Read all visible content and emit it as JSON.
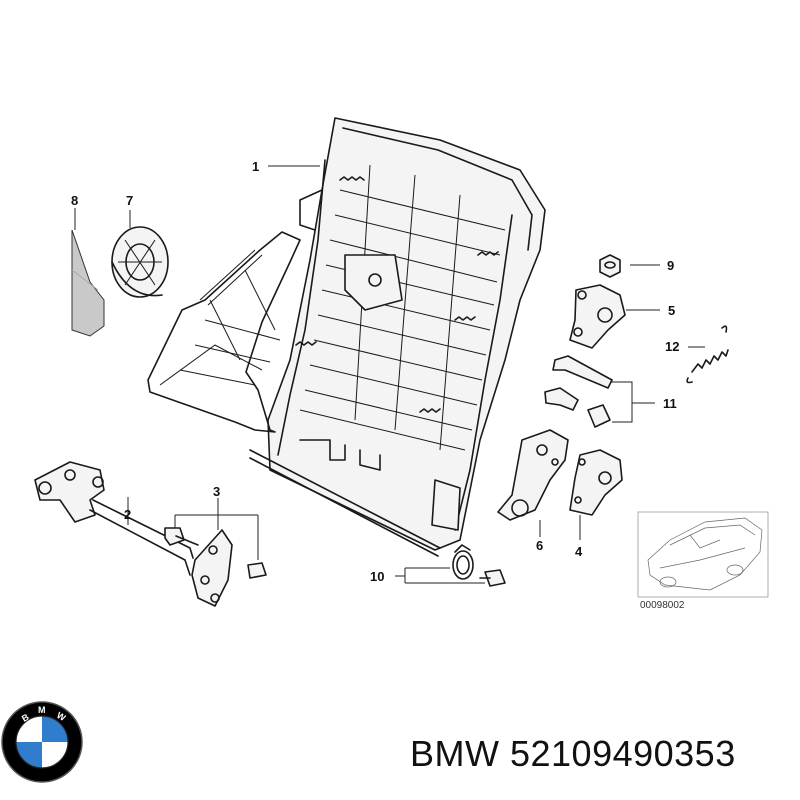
{
  "diagram": {
    "callouts": [
      "1",
      "2",
      "3",
      "4",
      "5",
      "6",
      "7",
      "8",
      "9",
      "10",
      "11",
      "12"
    ],
    "reference_caption": "00098002"
  },
  "brand": {
    "name": "BMW",
    "part_number": "52109490353",
    "label": "BMW 52109490353",
    "logo_letters": "BMW",
    "logo_colors": {
      "blue": "#2f7dcc",
      "black": "#000000",
      "white": "#ffffff"
    }
  }
}
